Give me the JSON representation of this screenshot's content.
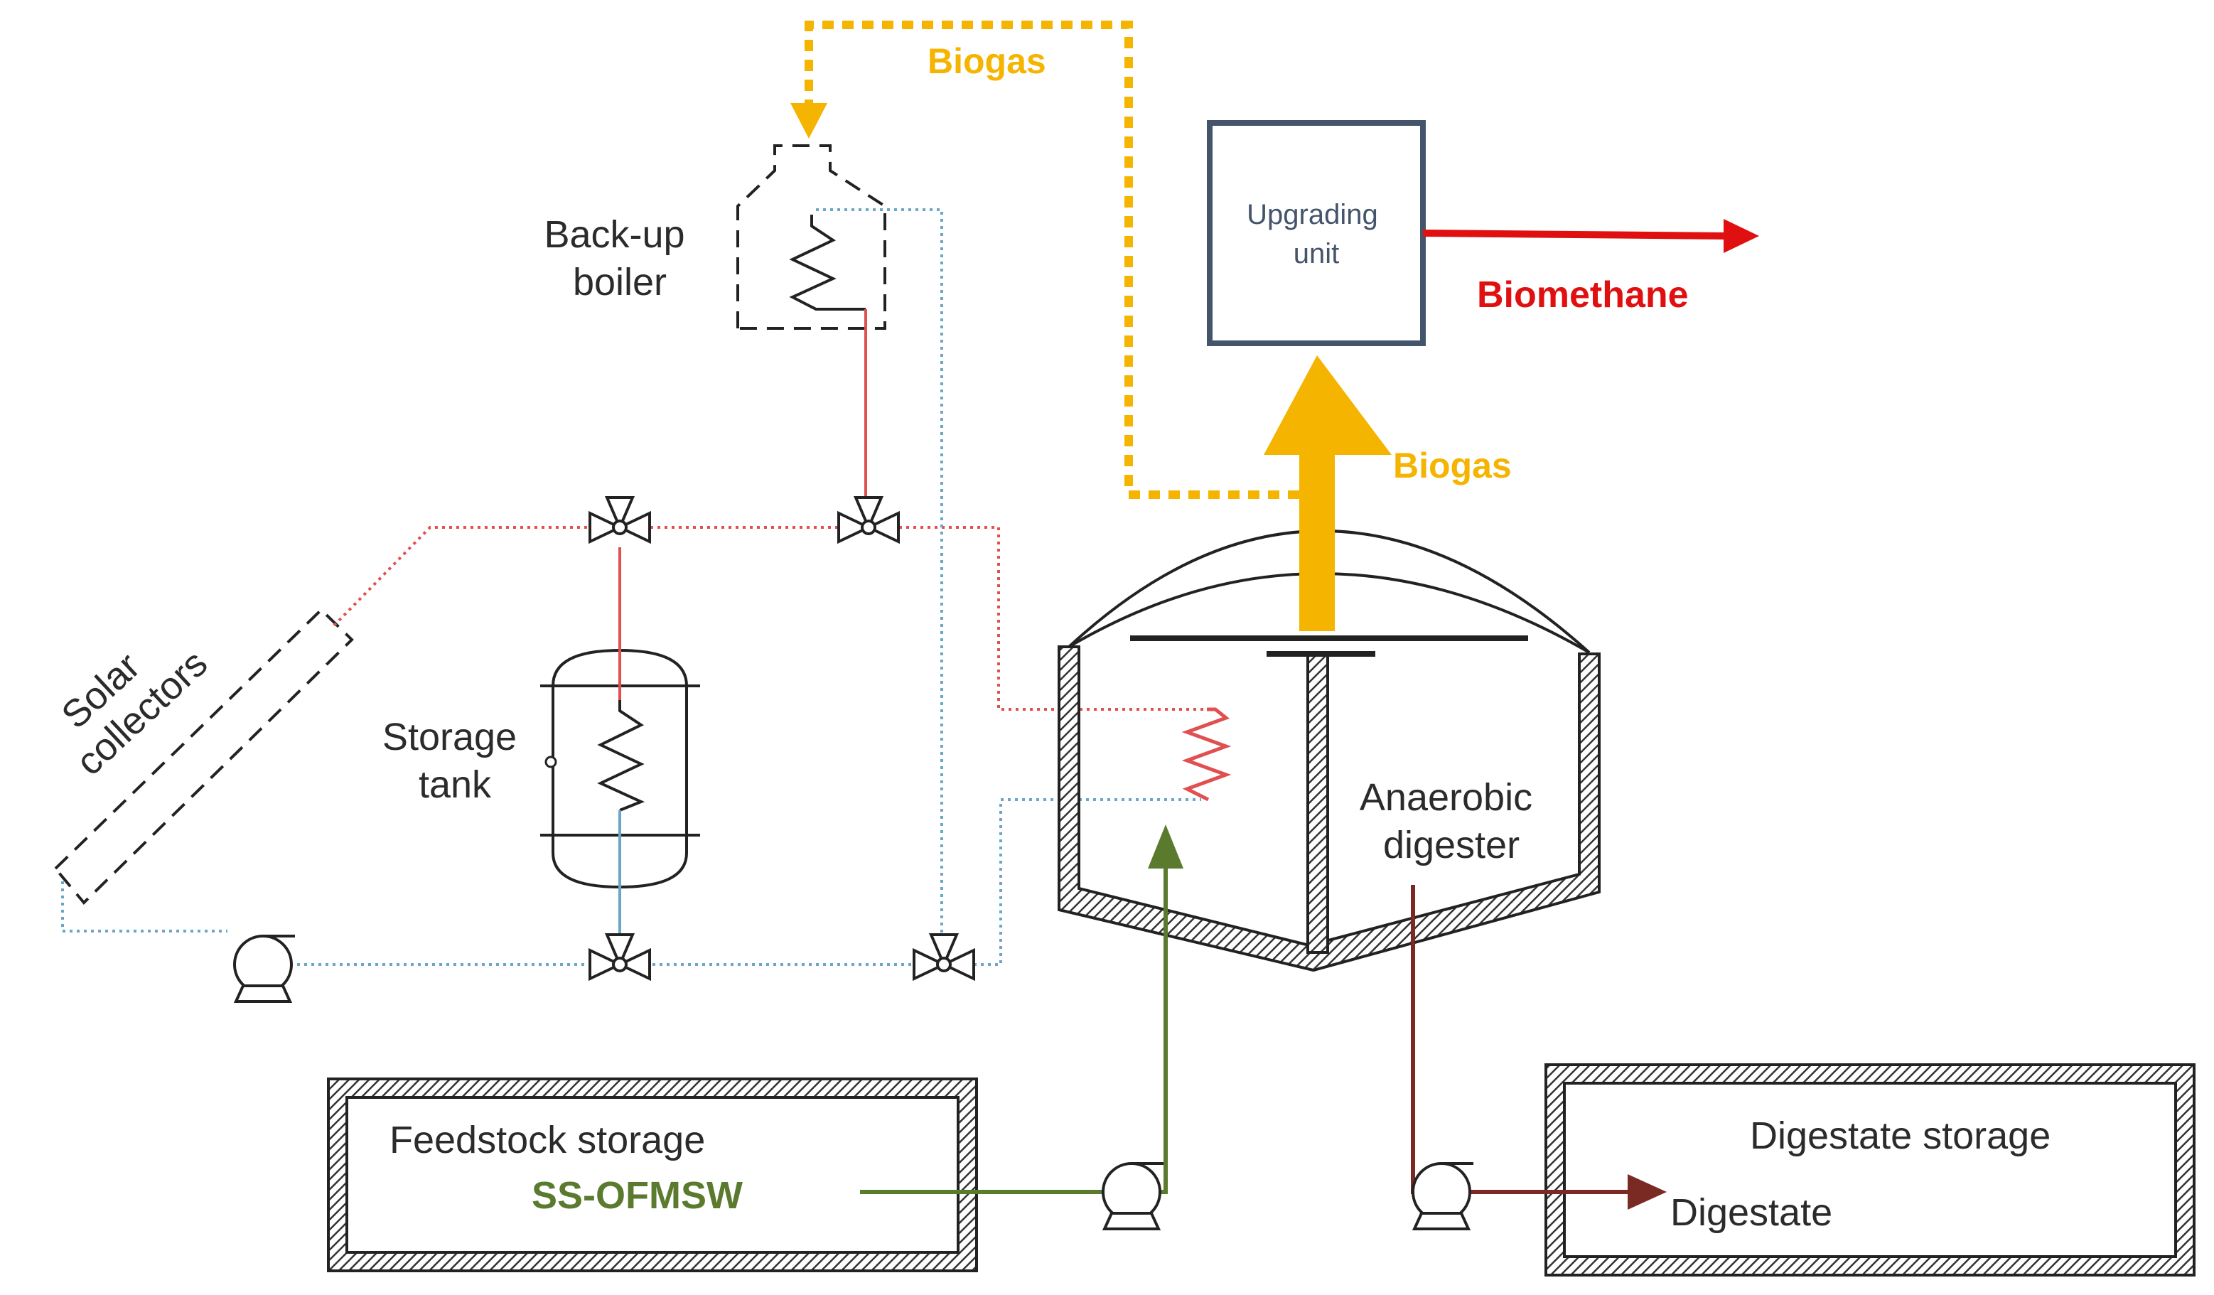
{
  "labels": {
    "biogas_top": "Biogas",
    "biogas_mid": "Biogas",
    "biomethane": "Biomethane",
    "upgrading_line1": "Upgrading",
    "upgrading_line2": "unit",
    "backup_line1": "Back-up",
    "backup_line2": "boiler",
    "solar_line1": "Solar",
    "solar_line2": "collectors",
    "storage_line1": "Storage",
    "storage_line2": "tank",
    "digester_line1": "Anaerobic",
    "digester_line2": "digester",
    "feedstock_storage": "Feedstock storage",
    "feedstock": "SS-OFMSW",
    "digestate_storage": "Digestate storage",
    "digestate": "Digestate"
  },
  "colors": {
    "biogas": "#f5b400",
    "biomethane": "#e01010",
    "feedstock": "#5a7a2e",
    "digestate": "#7a2a22",
    "hot_water": "#e05050",
    "cold_water": "#6aa6c6",
    "upgrading_border": "#44546a"
  },
  "icons": [
    "valve-icon",
    "pump-icon",
    "heat-exchanger-coil-icon",
    "arrow-icon"
  ]
}
